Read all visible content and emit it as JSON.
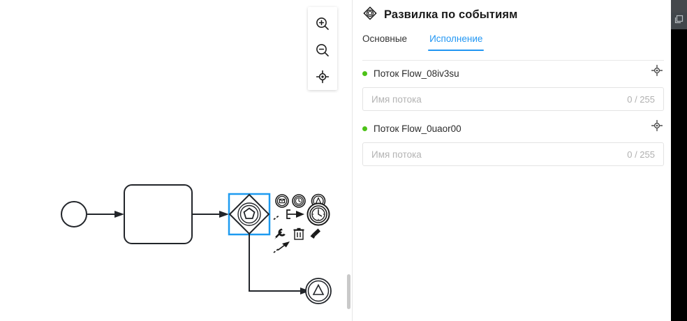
{
  "canvas": {
    "zoom_palette": {
      "zoom_in": "zoom-in-icon",
      "zoom_out": "zoom-out-icon",
      "reset_zoom": "reset-zoom-icon"
    },
    "diagram": {
      "type": "bpmn",
      "elements": [
        {
          "id": "StartEvent_1",
          "type": "start-event",
          "label": ""
        },
        {
          "id": "Task_1",
          "type": "task",
          "label": ""
        },
        {
          "id": "Gateway_1",
          "type": "event-based-gateway",
          "label": "",
          "selected": true
        },
        {
          "id": "IntermediateCatchEvent_1",
          "type": "escalation-intermediate-catch-event",
          "label": ""
        }
      ],
      "connections": [
        {
          "id": "Flow_start_task",
          "from": "StartEvent_1",
          "to": "Task_1"
        },
        {
          "id": "Flow_task_gateway",
          "from": "Task_1",
          "to": "Gateway_1"
        },
        {
          "id": "Flow_08iv3su",
          "from": "Gateway_1",
          "to": "IntermediateCatchEvent_1"
        },
        {
          "id": "Flow_0uaor00",
          "from": "Gateway_1",
          "to": ""
        }
      ]
    },
    "context_pad": {
      "items": [
        {
          "name": "append-message-intermediate-catch-event",
          "icon": "envelope-event-icon"
        },
        {
          "name": "append-timer-intermediate-catch-event",
          "icon": "timer-event-icon"
        },
        {
          "name": "append-escalation-intermediate-catch-event",
          "icon": "escalation-event-icon"
        },
        {
          "name": "append-conditional-intermediate-catch-event",
          "icon": "append-arrow-icon"
        },
        {
          "name": "hovered-timer-event-preview",
          "icon": "timer-event-icon"
        },
        {
          "name": "change-element-type",
          "icon": "wrench-icon"
        },
        {
          "name": "delete-element",
          "icon": "trash-icon"
        },
        {
          "name": "set-color",
          "icon": "paintbrush-icon"
        },
        {
          "name": "connect-element",
          "icon": "connect-arrow-icon"
        }
      ]
    }
  },
  "panel": {
    "header": {
      "icon": "event-based-gateway-icon",
      "title": "Развилка по событиям"
    },
    "tabs": [
      {
        "id": "general",
        "label": "Основные",
        "active": false
      },
      {
        "id": "execution",
        "label": "Исполнение",
        "active": true
      }
    ],
    "flows": [
      {
        "id": "Flow_08iv3su",
        "label": "Поток Flow_08iv3su",
        "status_color": "#4cc217",
        "locate_icon": "locate-target-icon",
        "input": {
          "value": "",
          "placeholder": "Имя потока",
          "counter": "0 / 255"
        }
      },
      {
        "id": "Flow_0uaor00",
        "label": "Поток Flow_0uaor00",
        "status_color": "#4cc217",
        "locate_icon": "locate-target-icon",
        "input": {
          "value": "",
          "placeholder": "Имя потока",
          "counter": "0 / 255"
        }
      }
    ]
  },
  "chrome": {
    "restore_window_icon": "restore-window-icon"
  },
  "colors": {
    "accent": "#2196f3",
    "status_green": "#4cc217",
    "selection_blue": "#1e9bf0",
    "stroke": "#22252a"
  }
}
